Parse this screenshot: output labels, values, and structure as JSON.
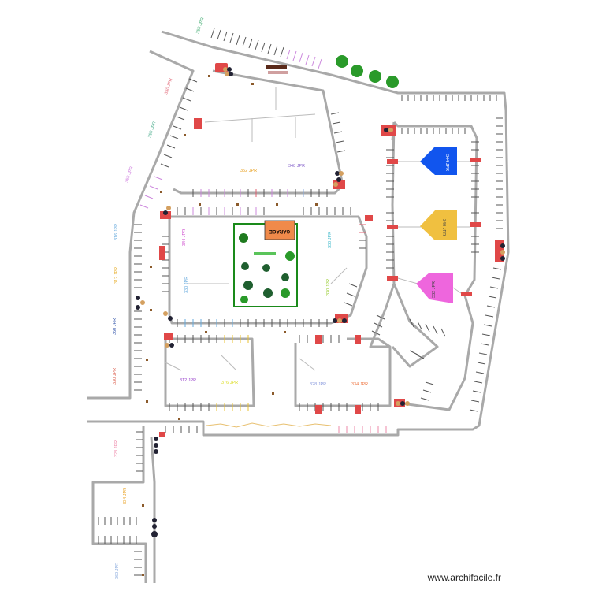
{
  "credit": "www.archifacile.fr",
  "garage_label": "GARAGE",
  "labels": [
    {
      "text": "350 JPR",
      "color": "#3daa6e"
    },
    {
      "text": "350 JPR",
      "color": "#e06070"
    },
    {
      "text": "390 JPR",
      "color": "#44aa88"
    },
    {
      "text": "350 JPR",
      "color": "#cc77dd"
    },
    {
      "text": "352 JPR",
      "color": "#e8a020"
    },
    {
      "text": "348 JPR",
      "color": "#8866cc"
    },
    {
      "text": "316 JPR",
      "color": "#66aadd"
    },
    {
      "text": "312 JPR",
      "color": "#e8b030"
    },
    {
      "text": "360 JPR",
      "color": "#3355aa"
    },
    {
      "text": "330 JPR",
      "color": "#dd6655"
    },
    {
      "text": "344 JPR",
      "color": "#cc44cc"
    },
    {
      "text": "330 JPR",
      "color": "#66aadd"
    },
    {
      "text": "330 JPR",
      "color": "#44bbcc"
    },
    {
      "text": "330 JPR",
      "color": "#99cc33"
    },
    {
      "text": "312 JPR",
      "color": "#9944cc"
    },
    {
      "text": "376 JPR",
      "color": "#dddd22"
    },
    {
      "text": "328 JPR",
      "color": "#8899dd"
    },
    {
      "text": "334 JPR",
      "color": "#ee7744"
    },
    {
      "text": "344 JPR",
      "color": "#1155ee"
    },
    {
      "text": "340 JPR",
      "color": "#f0c040"
    },
    {
      "text": "332 JPR",
      "color": "#ee66dd"
    },
    {
      "text": "328 JPR",
      "color": "#ee88aa"
    },
    {
      "text": "334 JPR",
      "color": "#e8a020"
    },
    {
      "text": "360 JPR",
      "color": "#88aadd"
    }
  ]
}
